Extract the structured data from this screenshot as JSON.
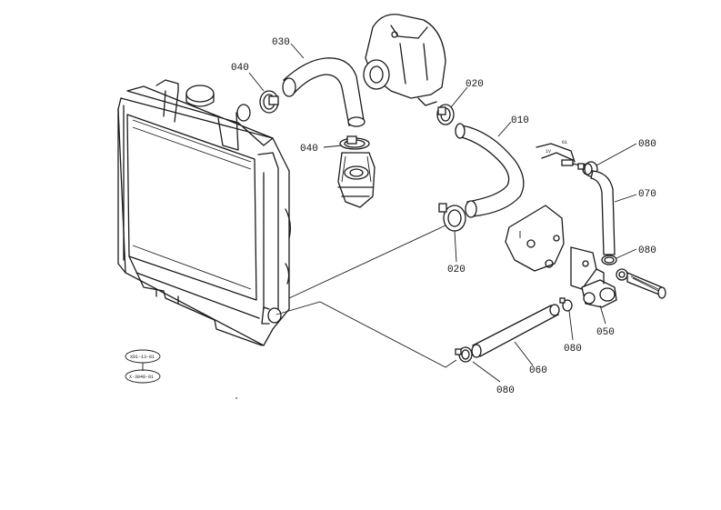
{
  "diagram": {
    "callouts": {
      "c010": "010",
      "c020a": "020",
      "c020b": "020",
      "c030": "030",
      "c040a": "040",
      "c040b": "040",
      "c050": "050",
      "c060": "060",
      "c070": "070",
      "c080a": "080",
      "c080b": "080",
      "c080c": "080",
      "c080d": "080"
    },
    "ref_tags": {
      "top": "X01-13-01",
      "bottom": "X-3040-01"
    }
  }
}
